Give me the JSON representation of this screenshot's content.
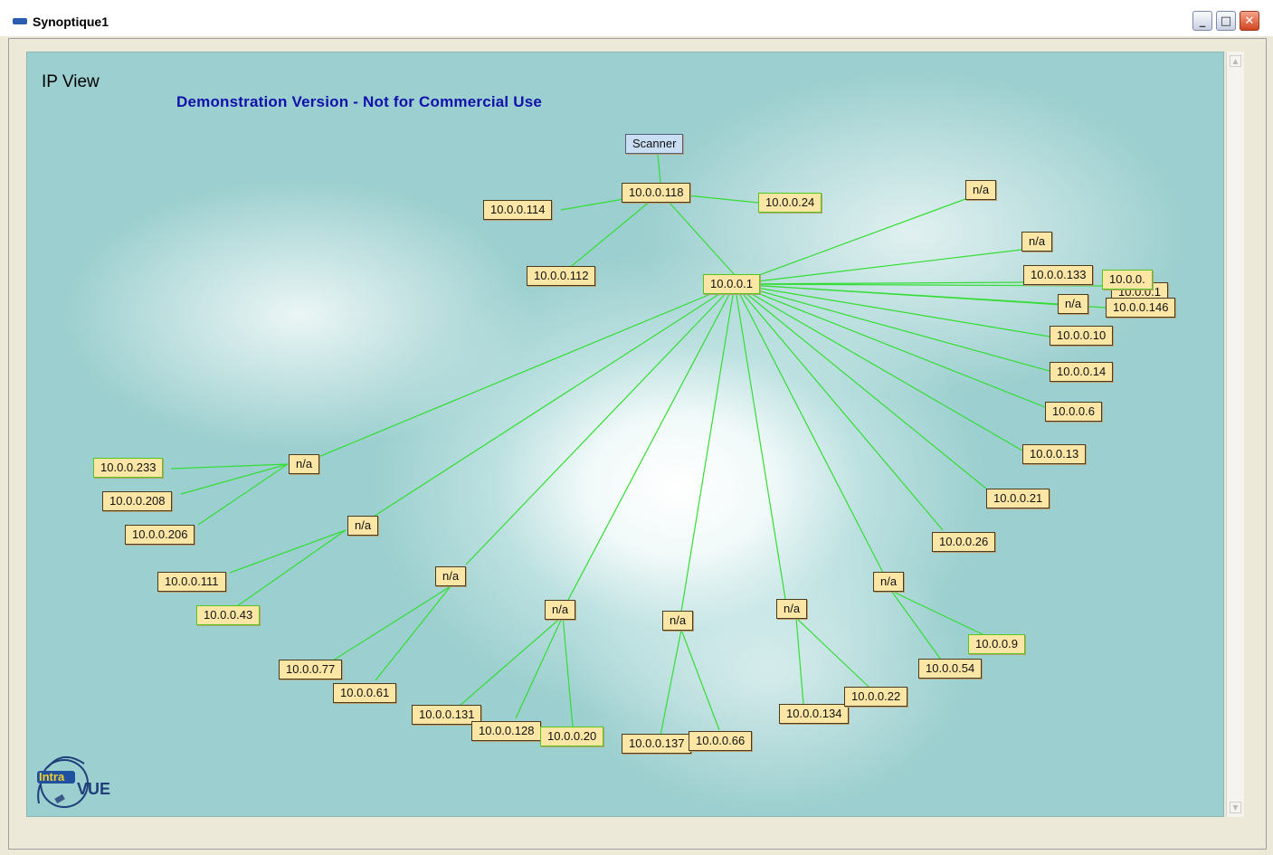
{
  "window": {
    "title": "Synoptique1",
    "min_glyph": "_",
    "max_glyph": "□",
    "close_glyph": "✕"
  },
  "view": {
    "title": "IP View",
    "banner": "Demonstration Version - Not for Commercial Use"
  },
  "logo": {
    "text": "IntraVUE"
  },
  "colors": {
    "node_fill": "#fbe6a6",
    "link": "#33dd33",
    "banner": "#1111aa",
    "scanner_fill": "#c9ddf3",
    "background": "#9ccfcf"
  },
  "nodes": {
    "scanner": "Scanner",
    "n118": "10.0.0.118",
    "n114": "10.0.0.114",
    "n24": "10.0.0.24",
    "n112": "10.0.0.112",
    "n1": "10.0.0.1",
    "na_a": "n/a",
    "na_b": "n/a",
    "n133": "10.0.0.133",
    "n100": "10.0.0.",
    "n1b": "10.0.0.1",
    "n146": "10.0.0.146",
    "na_c": "n/a",
    "n10": "10.0.0.10",
    "n14": "10.0.0.14",
    "n6": "10.0.0.6",
    "n13": "10.0.0.13",
    "n21": "10.0.0.21",
    "n26": "10.0.0.26",
    "na_1": "n/a",
    "n233": "10.0.0.233",
    "n208": "10.0.0.208",
    "n206": "10.0.0.206",
    "na_2": "n/a",
    "n111": "10.0.0.111",
    "n43": "10.0.0.43",
    "na_3": "n/a",
    "n77": "10.0.0.77",
    "n61": "10.0.0.61",
    "na_4": "n/a",
    "n131": "10.0.0.131",
    "n128": "10.0.0.128",
    "n20": "10.0.0.20",
    "na_5": "n/a",
    "n137": "10.0.0.137",
    "n66": "10.0.0.66",
    "na_6": "n/a",
    "n134": "10.0.0.134",
    "n22": "10.0.0.22",
    "na_7": "n/a",
    "n9": "10.0.0.9",
    "n54": "10.0.0.54"
  }
}
